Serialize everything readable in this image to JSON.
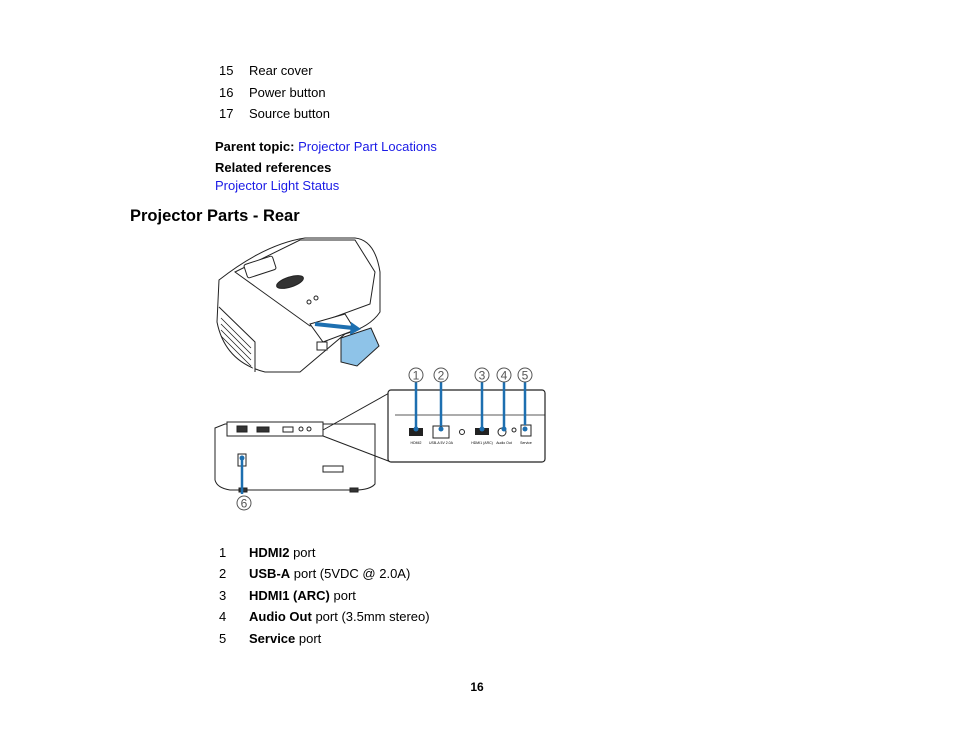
{
  "top_list": [
    {
      "num": "15",
      "text": "Rear cover"
    },
    {
      "num": "16",
      "text": "Power button"
    },
    {
      "num": "17",
      "text": "Source button"
    }
  ],
  "parent_topic": {
    "label": "Parent topic:",
    "link": "Projector Part Locations"
  },
  "related": {
    "label": "Related references",
    "link": "Projector Light Status"
  },
  "section_title": "Projector Parts - Rear",
  "figure": {
    "callouts": [
      "1",
      "2",
      "3",
      "4",
      "5",
      "6"
    ],
    "port_labels": [
      "HDMI2",
      "USB-A 5V 2.0A",
      "HDMI1 (ARC)",
      "Audio Out",
      "Service"
    ]
  },
  "bottom_list": [
    {
      "num": "1",
      "bold": "HDMI2",
      "rest": " port"
    },
    {
      "num": "2",
      "bold": "USB-A",
      "rest": " port (5VDC @ 2.0A)"
    },
    {
      "num": "3",
      "bold": "HDMI1 (ARC)",
      "rest": " port"
    },
    {
      "num": "4",
      "bold": "Audio Out",
      "rest": " port (3.5mm stereo)"
    },
    {
      "num": "5",
      "bold": "Service",
      "rest": " port"
    }
  ],
  "page_number": "16",
  "colors": {
    "link": "#1a1ae6",
    "accent_blue": "#1d6fb0",
    "cover_blue": "#8ec3e8"
  }
}
